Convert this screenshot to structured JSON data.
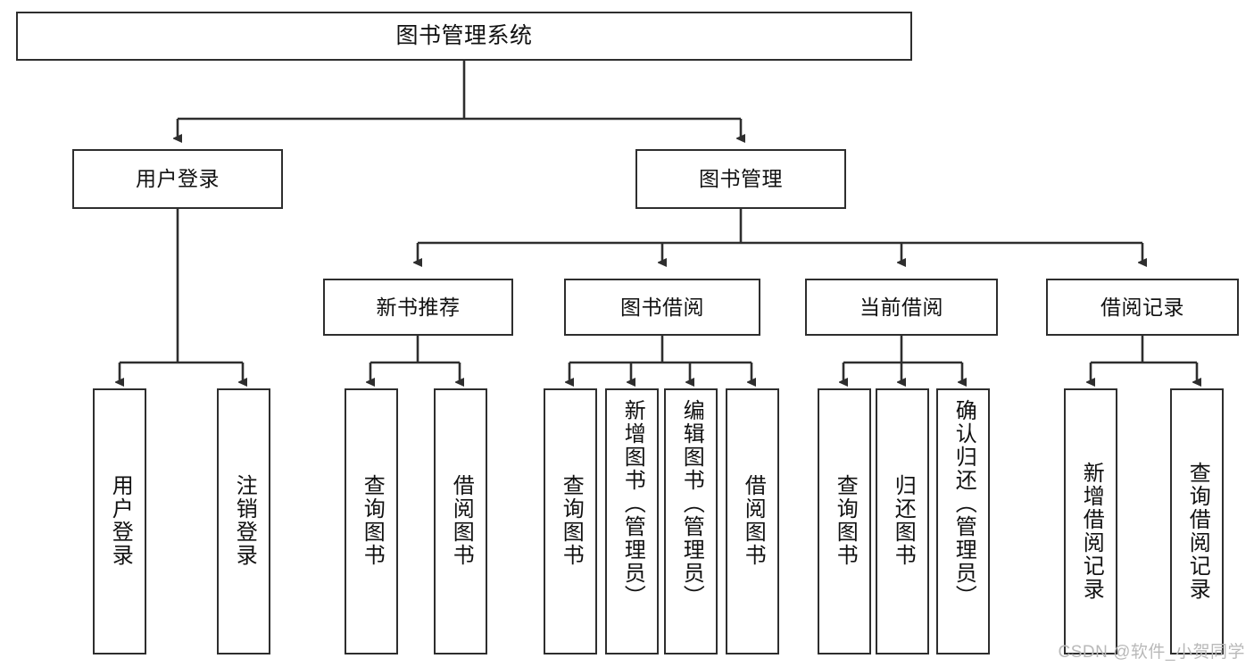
{
  "diagram": {
    "type": "tree",
    "title": "图书管理系统",
    "root": {
      "label": "图书管理系统"
    },
    "level2": [
      {
        "label": "用户登录"
      },
      {
        "label": "图书管理"
      }
    ],
    "level3": [
      {
        "label": "新书推荐"
      },
      {
        "label": "图书借阅"
      },
      {
        "label": "当前借阅"
      },
      {
        "label": "借阅记录"
      }
    ],
    "leaves": {
      "user_login": [
        {
          "label": "用户登录"
        },
        {
          "label": "注销登录"
        }
      ],
      "new_book": [
        {
          "label": "查询图书"
        },
        {
          "label": "借阅图书"
        }
      ],
      "book_borrow": [
        {
          "label": "查询图书"
        },
        {
          "label": "新增图书（管理员）"
        },
        {
          "label": "编辑图书（管理员）"
        },
        {
          "label": "借阅图书"
        }
      ],
      "current_borrow": [
        {
          "label": "查询图书"
        },
        {
          "label": "归还图书"
        },
        {
          "label": "确认归还（管理员）"
        }
      ],
      "borrow_record": [
        {
          "label": "新增借阅记录"
        },
        {
          "label": "查询借阅记录"
        }
      ]
    }
  },
  "watermark": {
    "text": "CSDN @软件_小贺同学"
  },
  "colors": {
    "stroke": "#2e2e2e",
    "background": "#ffffff",
    "text": "#111111",
    "watermark": "#b9b9b9"
  }
}
